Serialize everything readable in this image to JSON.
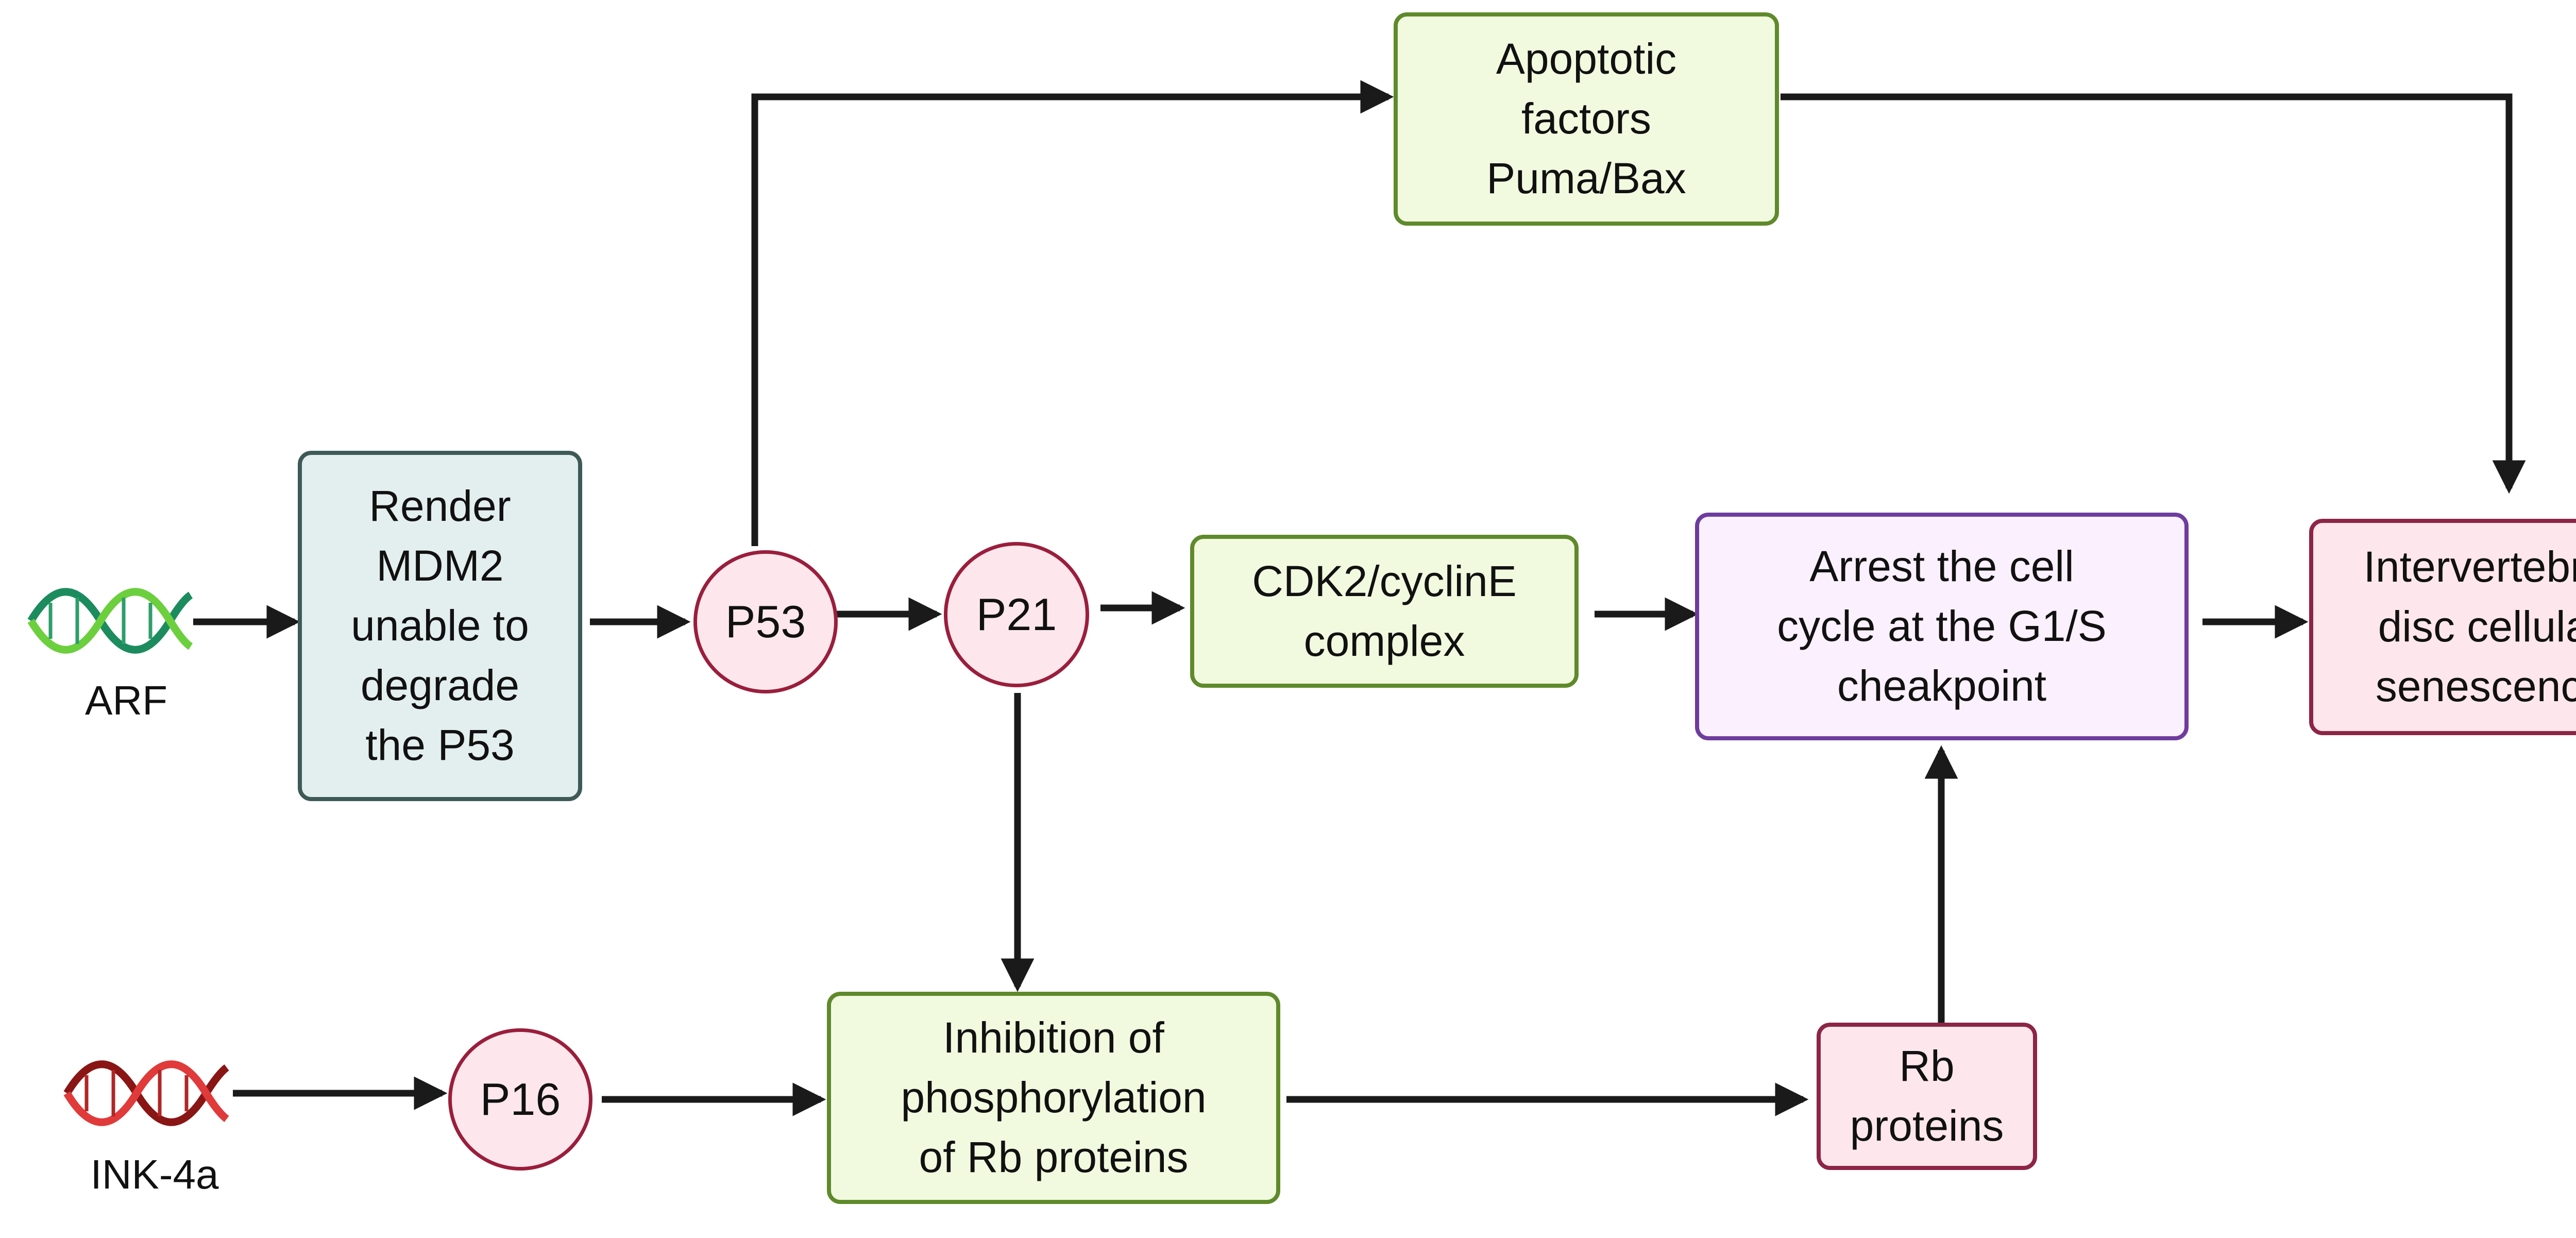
{
  "nodes": {
    "arf_label": "ARF",
    "ink4a_label": "INK-4a",
    "mdm2": "Render\nMDM2\nunable to\ndegrade\nthe P53",
    "p53": "P53",
    "p21": "P21",
    "p16": "P16",
    "apoptotic": "Apoptotic\nfactors\nPuma/Bax",
    "cdk2": "CDK2/cyclinE\ncomplex",
    "arrest": "Arrest the cell\ncycle at the G1/S\ncheakpoint",
    "senescence": "Intervertebral\ndisc cellular\nsenescence",
    "inhibition": "Inhibition of\nphosphorylation\nof Rb proteins",
    "rb": "Rb\nproteins"
  },
  "colors": {
    "mdm2_fill": "#e3efee",
    "mdm2_border": "#3d5a57",
    "green_fill": "#f1fadf",
    "green_border": "#5f8a2b",
    "circle_fill": "#fde7ec",
    "circle_border": "#9a1e3c",
    "purple_fill": "#fbf0fd",
    "purple_border": "#6e3c9e",
    "pink_fill": "#fde7ec",
    "pink_border": "#8c2546",
    "arrow": "#1a1a1a",
    "arf_strand_1": "#1c8c5e",
    "arf_strand_2": "#6ccf3e",
    "ink4a_strand_1": "#8a1515",
    "ink4a_strand_2": "#e03a3a"
  },
  "icons": [
    "dna-helix-icon",
    "dna-helix-icon"
  ]
}
